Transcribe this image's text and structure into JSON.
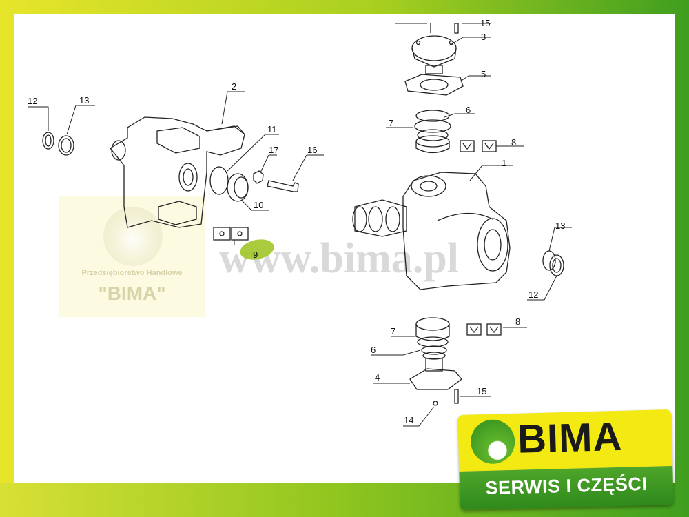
{
  "watermark": {
    "url": "www.bima.pl",
    "company_line": "Przedsiębiorstwo Handlowe",
    "company_name": "\"BIMA\""
  },
  "logo": {
    "title": "BIMA",
    "subtitle": "SERWIS I CZĘŚCI"
  },
  "callouts": [
    "1",
    "2",
    "3",
    "4",
    "5",
    "6",
    "6",
    "7",
    "7",
    "8",
    "8",
    "9",
    "10",
    "11",
    "12",
    "12",
    "13",
    "13",
    "14",
    "15",
    "15",
    "16",
    "17"
  ],
  "colors": {
    "accent_yellow": "#f2ea12",
    "accent_green": "#2f8a1c",
    "highlight": "#9cc21c"
  }
}
